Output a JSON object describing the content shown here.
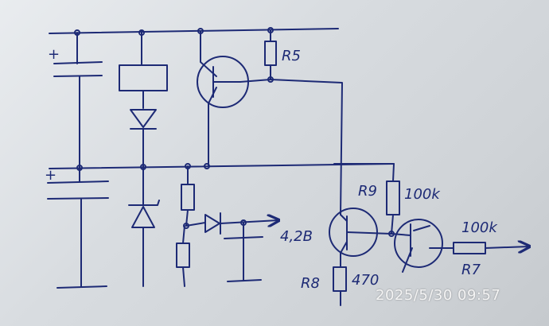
{
  "labels": {
    "r5": "R5",
    "r9": "R9",
    "r9_value": "100k",
    "r7_value": "100k",
    "r7": "R7",
    "r8": "R8",
    "r8_value": "470",
    "out_voltage": "4,2B",
    "plus_top": "+",
    "plus_bottom": "+"
  },
  "timestamp": "2025/5/30 09:57",
  "colors": {
    "ink": "#1d2a75",
    "paper": "#e3e6e9",
    "stamp_text": "#f4f4f4"
  }
}
